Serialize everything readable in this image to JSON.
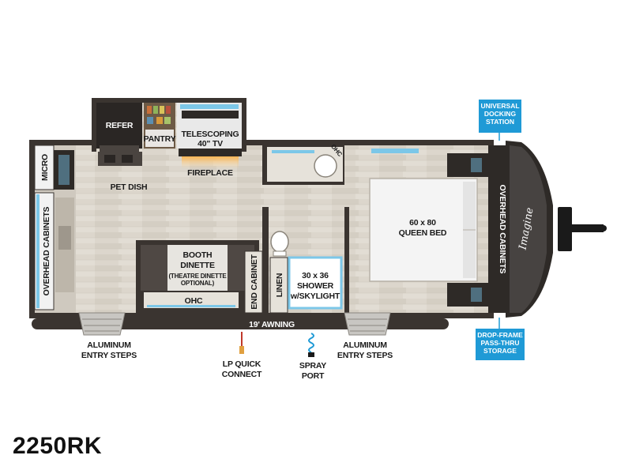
{
  "model": "2250RK",
  "brand_logo": "Imagine",
  "colors": {
    "floor": "#d9d3c9",
    "wall": "#3a3430",
    "cabinet": "#2e2a27",
    "accent_blue": "#1f9ad6"
  },
  "rooms": {
    "refer": "REFER",
    "pantry": "PANTRY",
    "tv": [
      "TELESCOPING",
      "40\" TV"
    ],
    "fireplace": "FIREPLACE",
    "pet_dish": "PET DISH",
    "micro": "MICRO",
    "overhead_cabinets_left": "OVERHEAD CABINETS",
    "ohc_kitchen": "OHC",
    "dinette": [
      "BOOTH",
      "DINETTE"
    ],
    "dinette_note": [
      "(THEATRE DINETTE",
      "OPTIONAL)"
    ],
    "ohc_dinette": "OHC",
    "end_cabinet": "END CABINET",
    "linen": "LINEN",
    "shower": [
      "30 x 36",
      "SHOWER",
      "w/SKYLIGHT"
    ],
    "bed": [
      "60 x 80",
      "QUEEN BED"
    ],
    "overhead_cabinets_right": "OVERHEAD CABINETS",
    "awning": "19' AWNING"
  },
  "callouts": {
    "entry_steps_left": [
      "ALUMINUM",
      "ENTRY STEPS"
    ],
    "entry_steps_right": [
      "ALUMINUM",
      "ENTRY STEPS"
    ],
    "lp_quick_connect": [
      "LP QUICK",
      "CONNECT"
    ],
    "spray_port": [
      "SPRAY",
      "PORT"
    ]
  },
  "badges": {
    "universal_docking": [
      "UNIVERSAL",
      "DOCKING",
      "STATION"
    ],
    "drop_frame": [
      "DROP-FRAME",
      "PASS-THRU",
      "STORAGE"
    ]
  }
}
